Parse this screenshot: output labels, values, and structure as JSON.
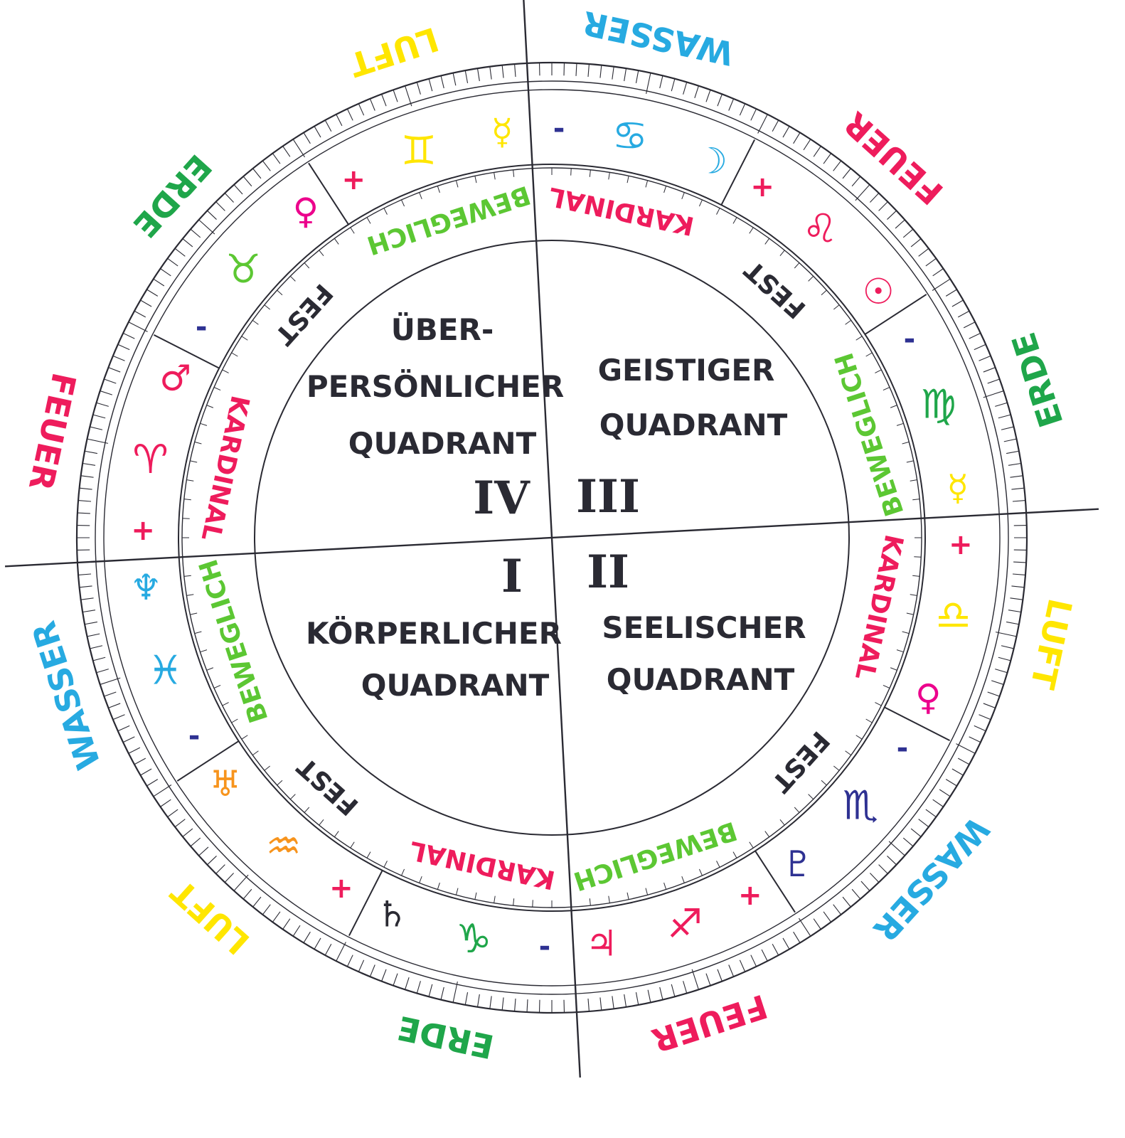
{
  "colors": {
    "feuer": "#ee1c5c",
    "erde": "#1fa64a",
    "luft": "#ffe600",
    "wasser": "#27aae1",
    "fest": "#2a2a33",
    "kardinal": "#ee1c5c",
    "beweglich": "#5cc733",
    "minus": "#2e3192",
    "plus": "#ee1c5c",
    "ink": "#2a2a33"
  },
  "quadrants": {
    "q1": {
      "numeral": "I",
      "line1": "KÖRPERLICHER",
      "line2": "QUADRANT"
    },
    "q2": {
      "numeral": "II",
      "line1": "SEELISCHER",
      "line2": "QUADRANT"
    },
    "q3": {
      "numeral": "III",
      "line1": "GEISTIGER",
      "line2": "QUADRANT"
    },
    "q4": {
      "numeral": "IV",
      "line0": "ÜBER-",
      "line1": "PERSÖNLICHER",
      "line2": "QUADRANT"
    }
  },
  "signs": [
    {
      "element": "FEUER",
      "elementColor": "#ee1c5c",
      "quality": "KARDINAL",
      "qualityColor": "#ee1c5c",
      "polarity": "+",
      "polarityColor": "#ee1c5c",
      "sign": "♈",
      "signColor": "#ee1c5c",
      "ruler": "♂",
      "rulerColor": "#ee1c5c"
    },
    {
      "element": "ERDE",
      "elementColor": "#1fa64a",
      "quality": "FEST",
      "qualityColor": "#2a2a33",
      "polarity": "-",
      "polarityColor": "#2e3192",
      "sign": "♉",
      "signColor": "#5cc733",
      "ruler": "♀",
      "rulerColor": "#ec008c"
    },
    {
      "element": "LUFT",
      "elementColor": "#ffe600",
      "quality": "BEWEGLICH",
      "qualityColor": "#5cc733",
      "polarity": "+",
      "polarityColor": "#ee1c5c",
      "sign": "♊",
      "signColor": "#ffe600",
      "ruler": "☿",
      "rulerColor": "#ffe600"
    },
    {
      "element": "WASSER",
      "elementColor": "#27aae1",
      "quality": "KARDINAL",
      "qualityColor": "#ee1c5c",
      "polarity": "-",
      "polarityColor": "#2e3192",
      "sign": "♋",
      "signColor": "#27aae1",
      "ruler": "☽",
      "rulerColor": "#27aae1"
    },
    {
      "element": "FEUER",
      "elementColor": "#ee1c5c",
      "quality": "FEST",
      "qualityColor": "#2a2a33",
      "polarity": "+",
      "polarityColor": "#ee1c5c",
      "sign": "♌",
      "signColor": "#ee1c5c",
      "ruler": "☉",
      "rulerColor": "#ee1c5c"
    },
    {
      "element": "ERDE",
      "elementColor": "#1fa64a",
      "quality": "BEWEGLICH",
      "qualityColor": "#5cc733",
      "polarity": "-",
      "polarityColor": "#2e3192",
      "sign": "♍",
      "signColor": "#1fa64a",
      "ruler": "☿",
      "rulerColor": "#ffe600"
    },
    {
      "element": "LUFT",
      "elementColor": "#ffe600",
      "quality": "KARDINAL",
      "qualityColor": "#ee1c5c",
      "polarity": "+",
      "polarityColor": "#ee1c5c",
      "sign": "♎",
      "signColor": "#ffe600",
      "ruler": "♀",
      "rulerColor": "#ec008c"
    },
    {
      "element": "WASSER",
      "elementColor": "#27aae1",
      "quality": "FEST",
      "qualityColor": "#2a2a33",
      "polarity": "-",
      "polarityColor": "#2e3192",
      "sign": "♏",
      "signColor": "#2e3192",
      "ruler": "♇",
      "rulerColor": "#2e3192"
    },
    {
      "element": "FEUER",
      "elementColor": "#ee1c5c",
      "quality": "BEWEGLICH",
      "qualityColor": "#5cc733",
      "polarity": "+",
      "polarityColor": "#ee1c5c",
      "sign": "♐",
      "signColor": "#ee1c5c",
      "ruler": "♃",
      "rulerColor": "#ee1c5c"
    },
    {
      "element": "ERDE",
      "elementColor": "#1fa64a",
      "quality": "KARDINAL",
      "qualityColor": "#ee1c5c",
      "polarity": "-",
      "polarityColor": "#2e3192",
      "sign": "♑",
      "signColor": "#1fa64a",
      "ruler": "♄",
      "rulerColor": "#2a2a33"
    },
    {
      "element": "LUFT",
      "elementColor": "#ffe600",
      "quality": "FEST",
      "qualityColor": "#2a2a33",
      "polarity": "+",
      "polarityColor": "#ee1c5c",
      "sign": "♒",
      "signColor": "#f7941d",
      "ruler": "♅",
      "rulerColor": "#f7941d"
    },
    {
      "element": "WASSER",
      "elementColor": "#27aae1",
      "quality": "BEWEGLICH",
      "qualityColor": "#5cc733",
      "polarity": "-",
      "polarityColor": "#2e3192",
      "sign": "♓",
      "signColor": "#27aae1",
      "ruler": "♆",
      "rulerColor": "#27aae1"
    }
  ]
}
